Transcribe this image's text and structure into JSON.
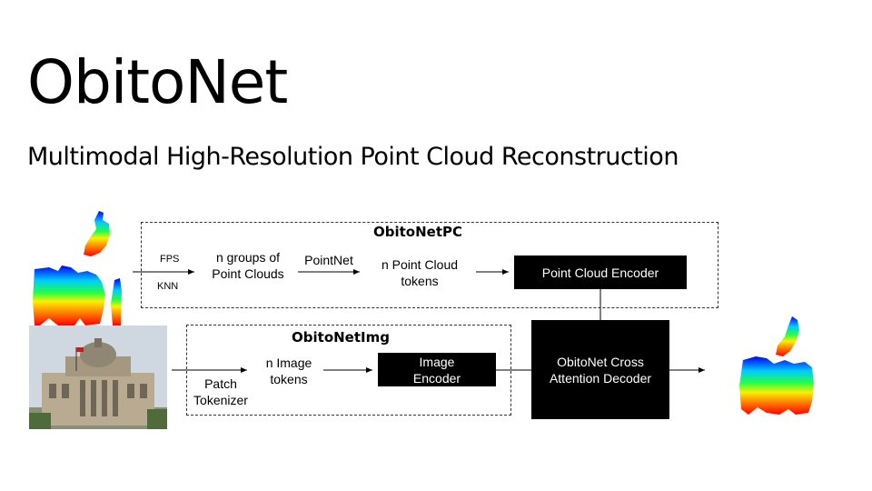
{
  "title": "ObitoNet",
  "subtitle": "Multimodal High-Resolution Point Cloud Reconstruction",
  "pc_branch": {
    "label": "ObitoNetPC",
    "fps": "FPS",
    "knn": "KNN",
    "groups": "n groups of Point Clouds",
    "pointnet": "PointNet",
    "tokens": "n Point Cloud tokens",
    "encoder": "Point Cloud Encoder"
  },
  "img_branch": {
    "label": "ObitoNetImg",
    "tokenizer": "Patch Tokenizer",
    "tokens": "n Image tokens",
    "encoder": "Image Encoder"
  },
  "decoder": "ObitoNet Cross Attention Decoder",
  "colors": {
    "block": "#000000",
    "block_text": "#ffffff",
    "dash": "#333333",
    "cloud_gradient": [
      "#0000ff",
      "#00ccff",
      "#00ff66",
      "#ffff00",
      "#ff8800",
      "#ff0000"
    ]
  }
}
